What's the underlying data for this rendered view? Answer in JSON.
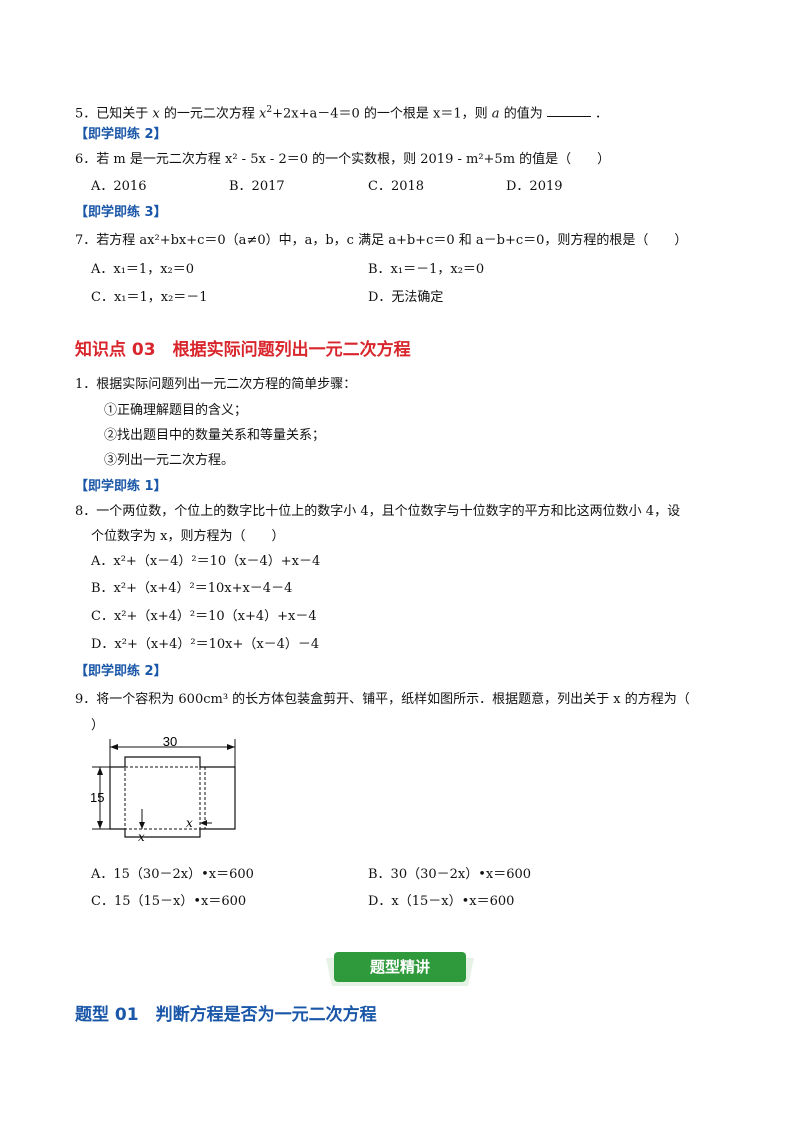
{
  "q5": {
    "text_a": "5．已知关于 ",
    "x1": "x",
    "text_b": " 的一元二次方程 ",
    "expr_x": "x",
    "sup2": "2",
    "expr_rest": "+2x+a－4＝0",
    "text_c": " 的一个根是 ",
    "root": "x＝1",
    "text_d": "，则 ",
    "a": "a",
    "text_e": " 的值为",
    "end": "．"
  },
  "tag_5_2": "【即学即练 2】",
  "q6": {
    "text": "6．若 m 是一元二次方程 x² - 5x - 2＝0 的一个实数根，则 2019 - m²+5m 的值是（　　）",
    "options": [
      "A．2016",
      "B．2017",
      "C．2018",
      "D．2019"
    ]
  },
  "tag_6_3": "【即学即练 3】",
  "q7": {
    "text": "7．若方程 ax²+bx+c＝0（a≠0）中，a，b，c 满足 a+b+c＝0 和 a－b+c＝0，则方程的根是（　　）",
    "options": [
      "A．x₁＝1，x₂＝0",
      "B．x₁＝－1，x₂＝0",
      "C．x₁＝1，x₂＝－1",
      "D．无法确定"
    ]
  },
  "section3": "知识点 03　根据实际问题列出一元二次方程",
  "steps": {
    "intro": "1．根据实际问题列出一元二次方程的简单步骤：",
    "s1": "①正确理解题目的含义；",
    "s2": "②找出题目中的数量关系和等量关系；",
    "s3": "③列出一元二次方程。"
  },
  "tag_8_1": "【即学即练 1】",
  "q8": {
    "line1": "8．一个两位数，个位上的数字比十位上的数字小 4，且个位数字与十位数字的平方和比这两位数小 4，设",
    "line2": "个位数字为 x，则方程为（　　）",
    "options": [
      "A．x²+（x－4）²＝10（x－4）+x－4",
      "B．x²+（x+4）²＝10x+x－4－4",
      "C．x²+（x+4）²＝10（x+4）+x－4",
      "D．x²+（x+4）²＝10x+（x－4）－4"
    ]
  },
  "tag_9_2": "【即学即练 2】",
  "q9": {
    "line1": "9．将一个容积为 600cm³ 的长方体包装盒剪开、铺平，纸样如图所示．根据题意，列出关于 x 的方程为（",
    "line2": "）",
    "figure": {
      "top_label": "30",
      "left_label": "15",
      "x_label_bottom": "x",
      "x_label_right": "x"
    },
    "options": [
      "A．15（30－2x）•x＝600",
      "B．30（30－2x）•x＝600",
      "C．15（15－x）•x＝600",
      "D．x（15－x）•x＝600"
    ]
  },
  "banner": "题型精讲",
  "type01": "题型 01　判断方程是否为一元二次方程"
}
